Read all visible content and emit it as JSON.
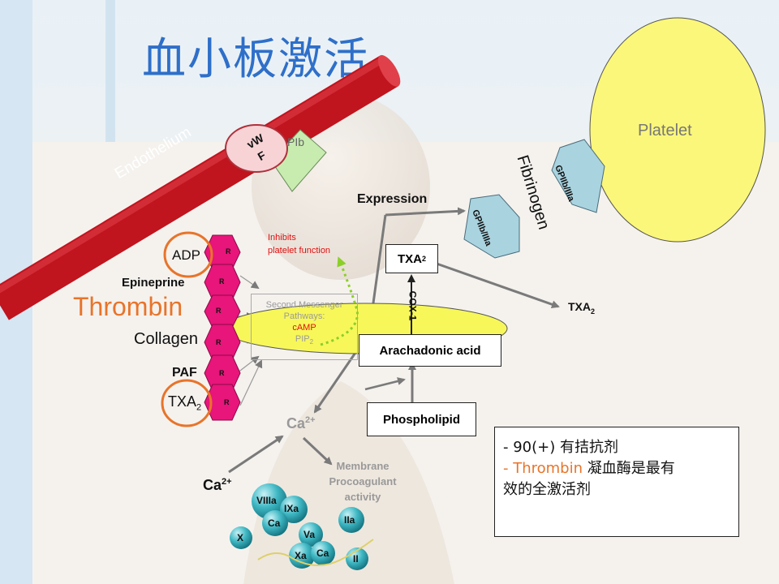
{
  "slide": {
    "title": "血小板激活",
    "endothelium_label": "Endothelium",
    "vwf_label_line1": "vW",
    "vwf_label_line2": "F",
    "gpib_label": "PIb",
    "platelet_label": "Platelet",
    "fibrinogen_label": "Fibrinogen",
    "receptor_top_label": "GPIIb/IIIa",
    "receptor_bottom_label": "GPIIb/IIIa",
    "expression_label": "Expression",
    "txa2_box_label": "TXA",
    "txa2_box_sub": "2",
    "txa2_out_label": "TXA",
    "txa2_out_sub": "2",
    "cox1_label": "COX-1",
    "arachidonic_label": "Arachadonic acid",
    "phospholipid_label": "Phospholipid",
    "inhibits_line1": "Inhibits",
    "inhibits_line2": "platelet function",
    "second_messenger": {
      "line1": "Second Messenger",
      "line2": "Pathways:",
      "camp": "cAMP",
      "pip": "PIP",
      "pip_sub": "2"
    },
    "agonists": {
      "adp": "ADP",
      "epinephrine": "Epineprine",
      "thrombin": "Thrombin",
      "collagen": "Collagen",
      "paf": "PAF",
      "txa2": "TXA",
      "txa2_sub": "2"
    },
    "receptor_letter": "R",
    "ca_inner": "Ca",
    "ca_inner_sup": "2+",
    "ca_outer": "Ca",
    "ca_outer_sup": "2+",
    "membrane_line1": "Membrane",
    "membrane_line2": "Procoagulant",
    "membrane_line3": "activity",
    "factors": [
      "VIIIa",
      "IXa",
      "Ca",
      "IIa",
      "Va",
      "X",
      "Xa",
      "Ca",
      "II"
    ],
    "note": {
      "line1_prefix": "-  90(+) ",
      "line1_text": "有拮抗剂",
      "line2_highlight": "- Thrombin",
      "line2_text": " 凝血酶是最有",
      "line3": "效的全激活剂"
    }
  },
  "colors": {
    "title": "#2e6fc9",
    "endothelium": "#c0141e",
    "platelet": "#fbf77a",
    "receptor_hex": "#e8157a",
    "gp_receptor": "#a9d3df",
    "highlight_orange": "#e8742a",
    "pib_green": "#c8ecb0",
    "ellipse_yellow": "#f7f75a",
    "factor_ball": "#3fb8c4"
  }
}
